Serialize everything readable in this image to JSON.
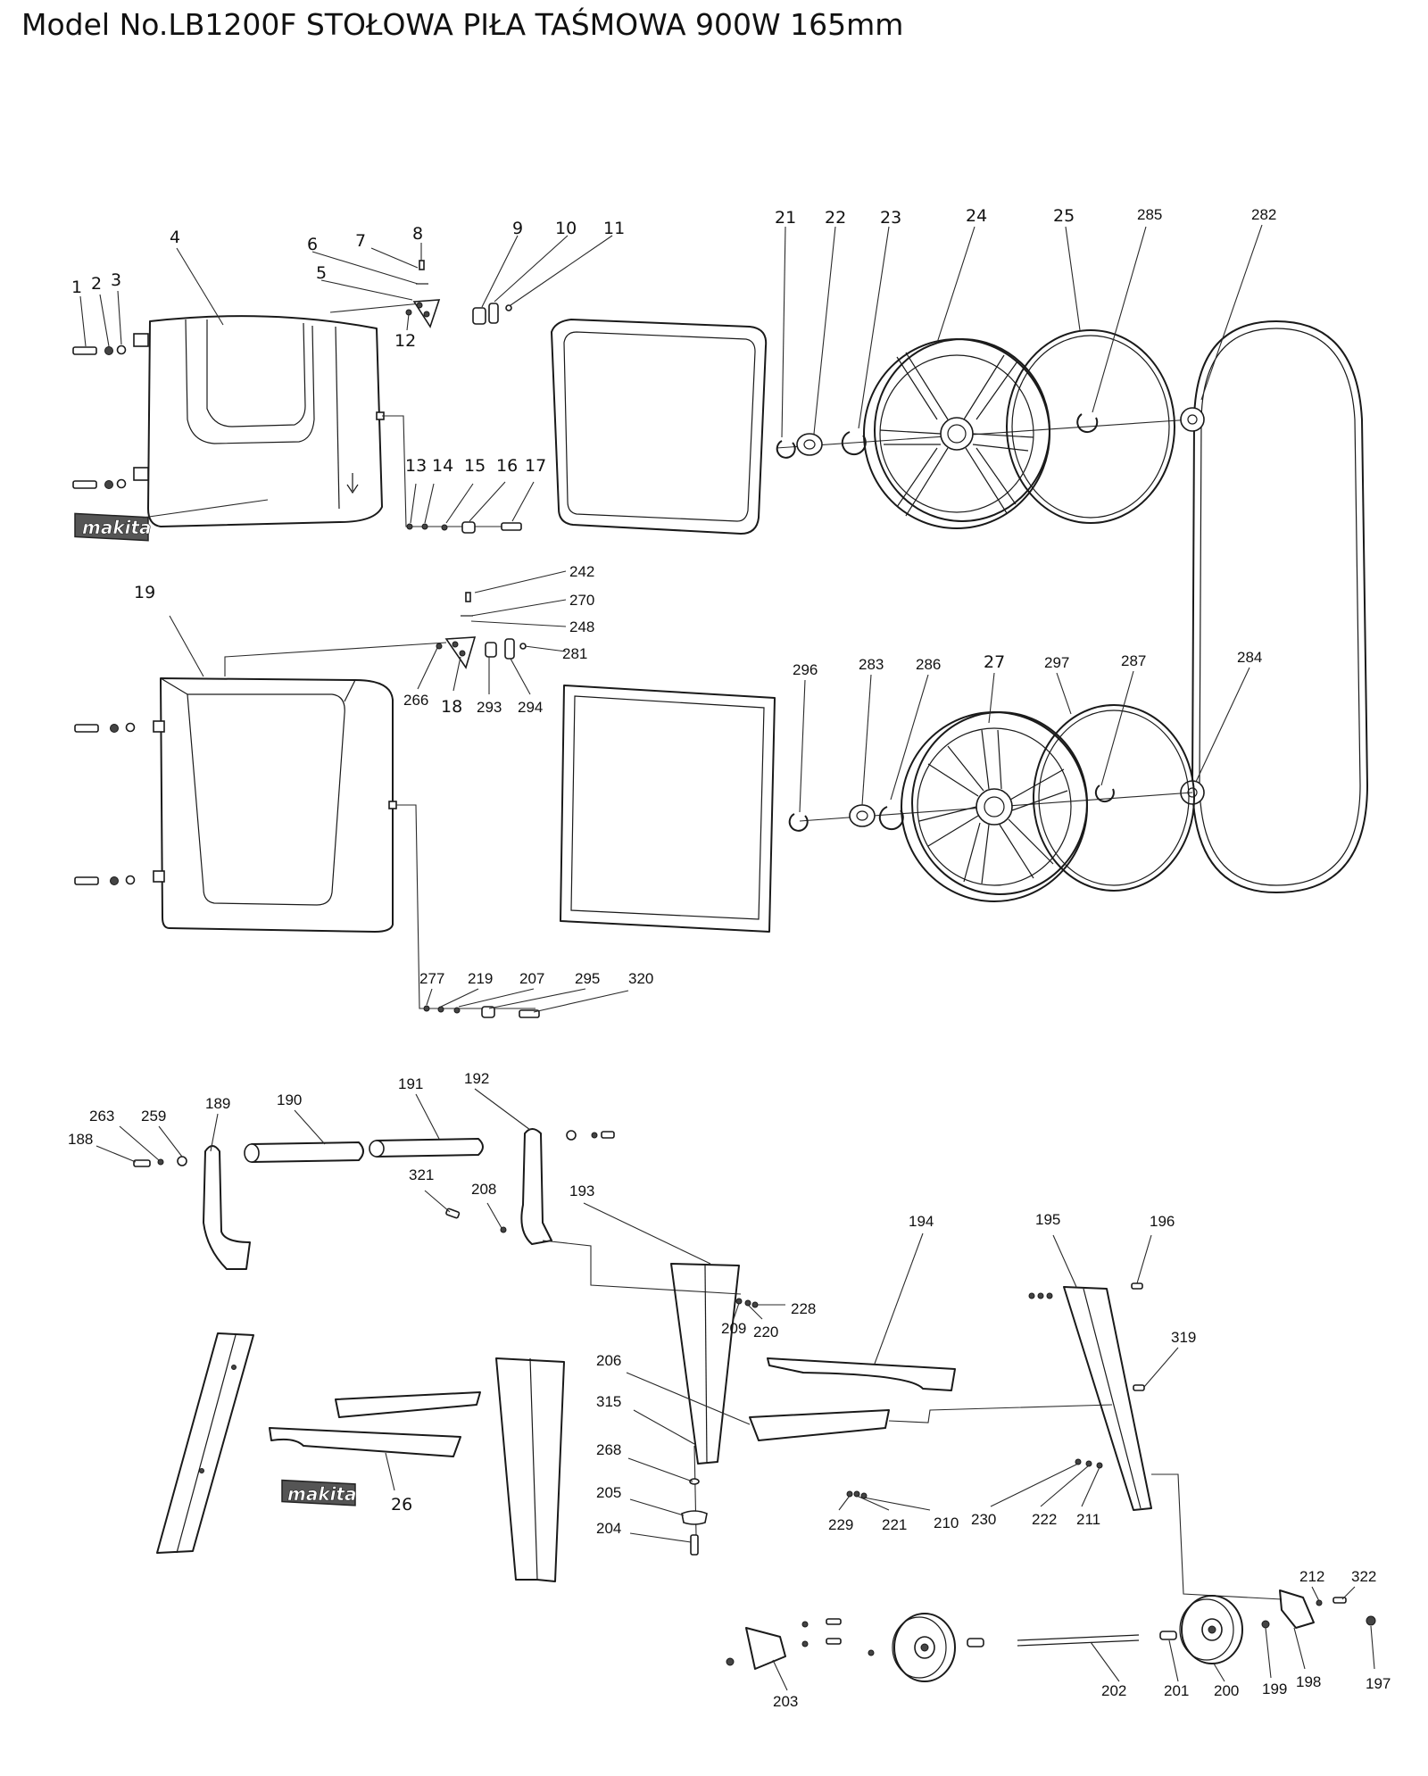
{
  "title": "Model No.LB1200F STOŁOWA PIŁA TAŚMOWA 900W 165mm",
  "logo_text": "makita",
  "icons": {
    "upper_cover": "upper-wheel-cover-part",
    "lower_cover": "lower-wheel-cover-part",
    "wheel": "band-wheel-part",
    "tire": "wheel-tire-part",
    "blade": "saw-blade-band-part",
    "logo": "makita-logo-plate",
    "caster": "caster-wheel-part"
  },
  "part_labels": [
    {
      "id": "1",
      "text": "1"
    },
    {
      "id": "2",
      "text": "2"
    },
    {
      "id": "3",
      "text": "3"
    },
    {
      "id": "4",
      "text": "4"
    },
    {
      "id": "5",
      "text": "5"
    },
    {
      "id": "6",
      "text": "6"
    },
    {
      "id": "7",
      "text": "7"
    },
    {
      "id": "8",
      "text": "8"
    },
    {
      "id": "9",
      "text": "9"
    },
    {
      "id": "10",
      "text": "10"
    },
    {
      "id": "11",
      "text": "11"
    },
    {
      "id": "12",
      "text": "12"
    },
    {
      "id": "13",
      "text": "13"
    },
    {
      "id": "14",
      "text": "14"
    },
    {
      "id": "15",
      "text": "15"
    },
    {
      "id": "16",
      "text": "16"
    },
    {
      "id": "17",
      "text": "17"
    },
    {
      "id": "19",
      "text": "19"
    },
    {
      "id": "18",
      "text": "18"
    },
    {
      "id": "21",
      "text": "21"
    },
    {
      "id": "22",
      "text": "22"
    },
    {
      "id": "23",
      "text": "23"
    },
    {
      "id": "24",
      "text": "24"
    },
    {
      "id": "25",
      "text": "25"
    },
    {
      "id": "285",
      "text": "285"
    },
    {
      "id": "282",
      "text": "282"
    },
    {
      "id": "242",
      "text": "242"
    },
    {
      "id": "270",
      "text": "270"
    },
    {
      "id": "248",
      "text": "248"
    },
    {
      "id": "281",
      "text": "281"
    },
    {
      "id": "266",
      "text": "266"
    },
    {
      "id": "293",
      "text": "293"
    },
    {
      "id": "294",
      "text": "294"
    },
    {
      "id": "296",
      "text": "296"
    },
    {
      "id": "283",
      "text": "283"
    },
    {
      "id": "286",
      "text": "286"
    },
    {
      "id": "27",
      "text": "27"
    },
    {
      "id": "297",
      "text": "297"
    },
    {
      "id": "287",
      "text": "287"
    },
    {
      "id": "284",
      "text": "284"
    },
    {
      "id": "277",
      "text": "277"
    },
    {
      "id": "219",
      "text": "219"
    },
    {
      "id": "207",
      "text": "207"
    },
    {
      "id": "295",
      "text": "295"
    },
    {
      "id": "320",
      "text": "320"
    },
    {
      "id": "263",
      "text": "263"
    },
    {
      "id": "259",
      "text": "259"
    },
    {
      "id": "188",
      "text": "188"
    },
    {
      "id": "189",
      "text": "189"
    },
    {
      "id": "190",
      "text": "190"
    },
    {
      "id": "191",
      "text": "191"
    },
    {
      "id": "192",
      "text": "192"
    },
    {
      "id": "321",
      "text": "321"
    },
    {
      "id": "208",
      "text": "208"
    },
    {
      "id": "193",
      "text": "193"
    },
    {
      "id": "228",
      "text": "228"
    },
    {
      "id": "209",
      "text": "209"
    },
    {
      "id": "220",
      "text": "220"
    },
    {
      "id": "194",
      "text": "194"
    },
    {
      "id": "195",
      "text": "195"
    },
    {
      "id": "196",
      "text": "196"
    },
    {
      "id": "319",
      "text": "319"
    },
    {
      "id": "206",
      "text": "206"
    },
    {
      "id": "315",
      "text": "315"
    },
    {
      "id": "268",
      "text": "268"
    },
    {
      "id": "205",
      "text": "205"
    },
    {
      "id": "204",
      "text": "204"
    },
    {
      "id": "26",
      "text": "26"
    },
    {
      "id": "229",
      "text": "229"
    },
    {
      "id": "221",
      "text": "221"
    },
    {
      "id": "210",
      "text": "210"
    },
    {
      "id": "230",
      "text": "230"
    },
    {
      "id": "222",
      "text": "222"
    },
    {
      "id": "211",
      "text": "211"
    },
    {
      "id": "212",
      "text": "212"
    },
    {
      "id": "322",
      "text": "322"
    },
    {
      "id": "198",
      "text": "198"
    },
    {
      "id": "197",
      "text": "197"
    },
    {
      "id": "199",
      "text": "199"
    },
    {
      "id": "200",
      "text": "200"
    },
    {
      "id": "201",
      "text": "201"
    },
    {
      "id": "202",
      "text": "202"
    },
    {
      "id": "203",
      "text": "203"
    }
  ]
}
